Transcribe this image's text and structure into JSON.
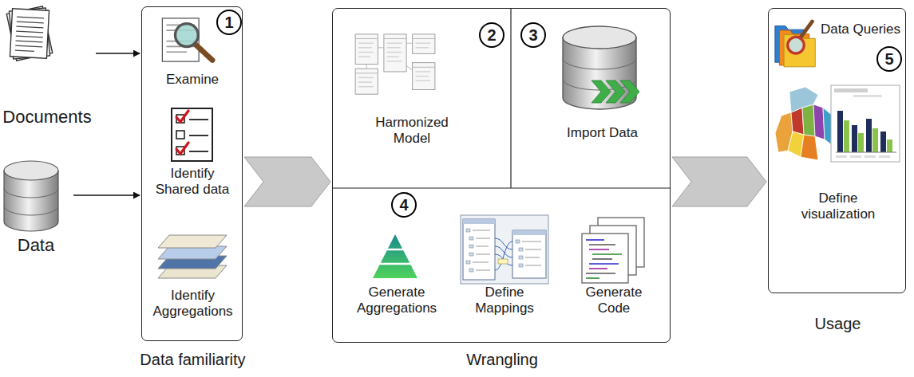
{
  "diagram": {
    "nodes": [
      {
        "text": [
          "Documents"
        ]
      },
      {
        "text": [
          "Data"
        ]
      },
      {
        "text": [
          "Data familiarity"
        ]
      },
      {
        "text": [
          "Examine"
        ],
        "in": 2
      },
      {
        "text": [
          "Identify Shared data"
        ],
        "in": 2
      },
      {
        "text": [
          "Identify Aggregations"
        ],
        "in": 2
      },
      {
        "text": [
          "Wrangling"
        ]
      },
      {
        "text": [
          "Harmonized Model"
        ],
        "in": 6
      },
      {
        "text": [
          "Import Data"
        ],
        "in": 6
      },
      {
        "text": [
          "Generate Aggregations"
        ],
        "in": 6
      },
      {
        "text": [
          "Define Mappings"
        ],
        "in": 6
      },
      {
        "text": [
          "Generate Code"
        ],
        "in": 6
      },
      {
        "text": [
          "Usage"
        ]
      },
      {
        "text": [
          "Data Queries"
        ],
        "in": 12
      },
      {
        "text": [
          "Define visualization"
        ],
        "in": 12
      }
    ],
    "edges": [
      {
        "from": 0,
        "to": 2,
        "arrow": "to"
      },
      {
        "from": 1,
        "to": 2,
        "arrow": "to"
      },
      {
        "from": 2,
        "to": 6,
        "arrow": "to"
      },
      {
        "from": 6,
        "to": 12,
        "arrow": "to"
      }
    ],
    "labels": [
      "1",
      "2",
      "3",
      "4",
      "5"
    ]
  }
}
